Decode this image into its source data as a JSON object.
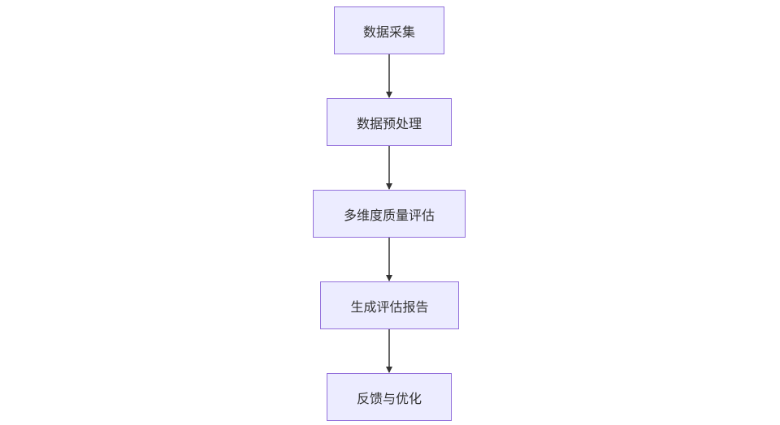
{
  "flowchart": {
    "direction": "top-down",
    "nodes": [
      {
        "id": "n1",
        "label": "数据采集"
      },
      {
        "id": "n2",
        "label": "数据预处理"
      },
      {
        "id": "n3",
        "label": "多维度质量评估"
      },
      {
        "id": "n4",
        "label": "生成评估报告"
      },
      {
        "id": "n5",
        "label": "反馈与优化"
      }
    ],
    "edges": [
      {
        "from": "n1",
        "to": "n2"
      },
      {
        "from": "n2",
        "to": "n3"
      },
      {
        "from": "n3",
        "to": "n4"
      },
      {
        "from": "n4",
        "to": "n5"
      }
    ],
    "colors": {
      "node_fill": "#ececff",
      "node_border": "#9370db",
      "edge": "#333333",
      "text": "#333333"
    }
  }
}
